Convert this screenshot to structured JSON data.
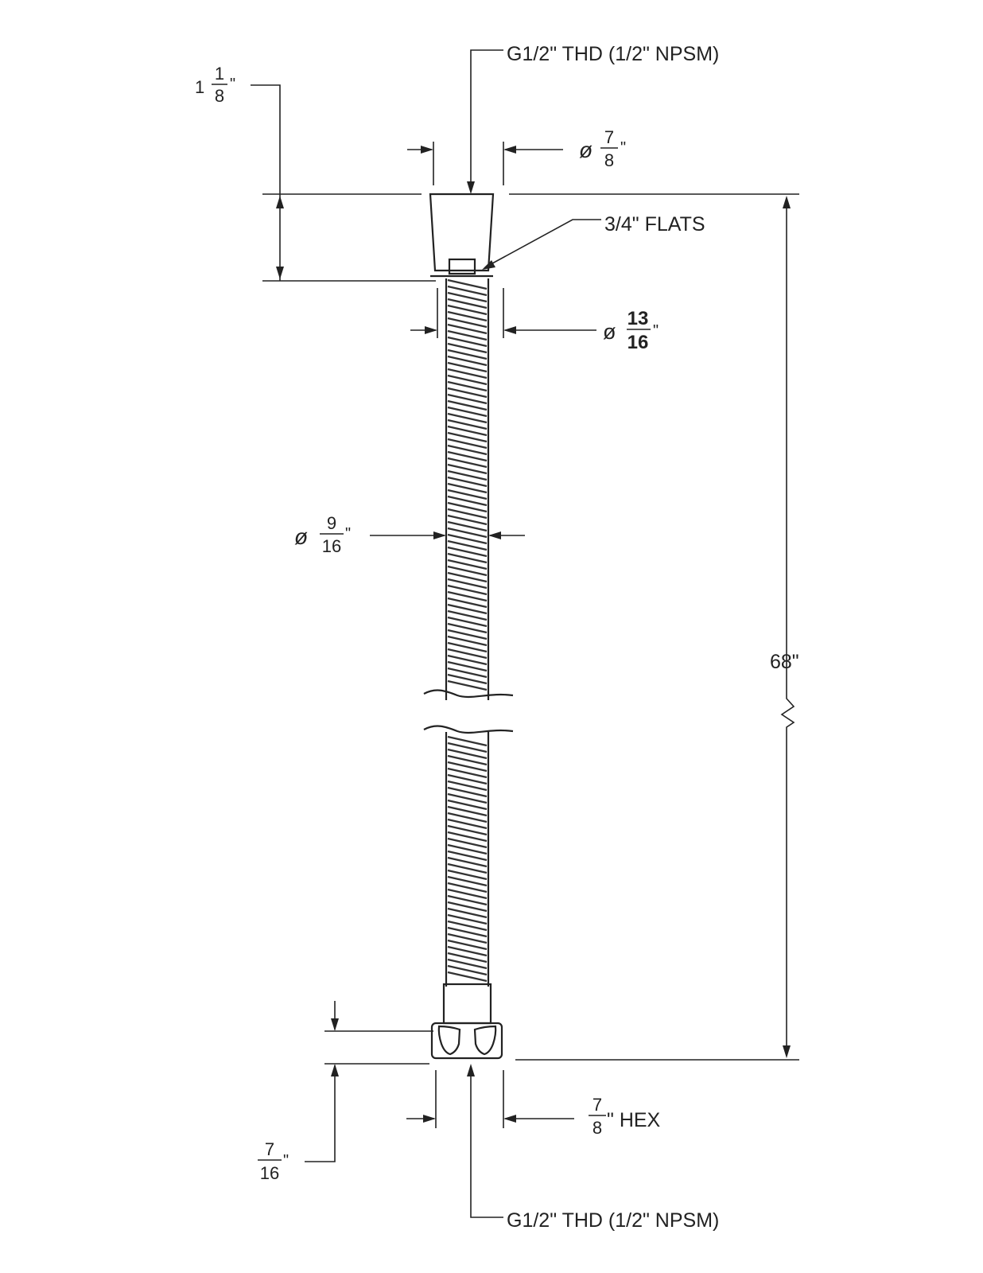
{
  "diagram": {
    "line_color": "#222222",
    "labels": {
      "top_thread": "G1/2\" THD (1/2\" NPSM)",
      "bottom_thread": "G1/2\" THD (1/2\" NPSM)",
      "flats": "3/4\" FLATS",
      "overall_length": "68\"",
      "hex_suffix": "\" HEX",
      "diameter_symbol": "ø",
      "inch_mark": "\""
    },
    "dimensions": {
      "top_height": {
        "whole": "1",
        "num": "1",
        "den": "8"
      },
      "top_diameter": {
        "num": "7",
        "den": "8"
      },
      "shank_diameter": {
        "num": "13",
        "den": "16"
      },
      "hose_diameter": {
        "num": "9",
        "den": "16"
      },
      "hex_size": {
        "num": "7",
        "den": "8"
      },
      "bottom_height": {
        "num": "7",
        "den": "16"
      }
    }
  }
}
